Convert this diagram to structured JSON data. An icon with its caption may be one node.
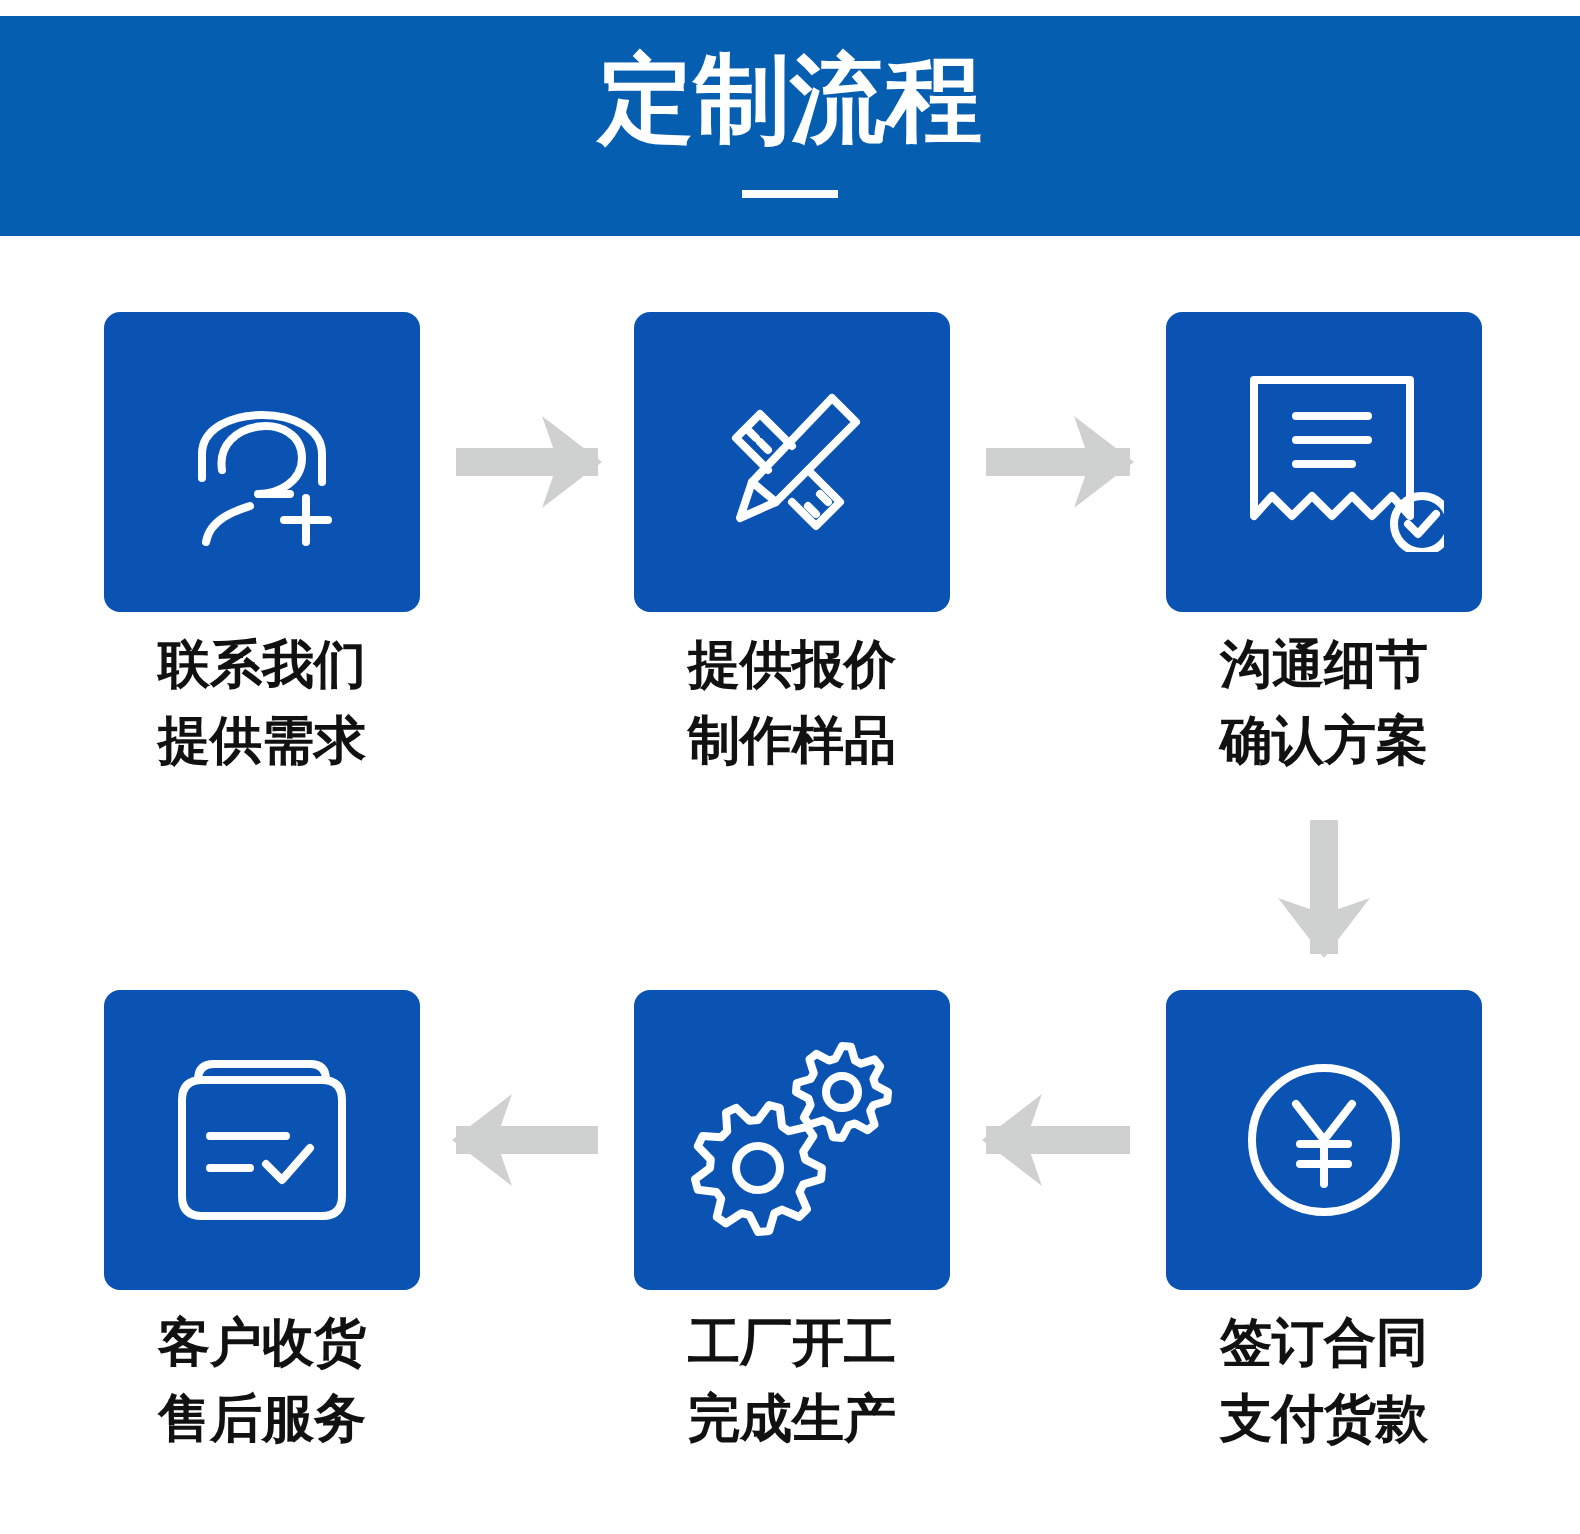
{
  "diagram": {
    "title": "定制流程",
    "nodes": [
      {
        "text": [
          "联系我们提供需求"
        ]
      },
      {
        "text": [
          "提供报价制作样品"
        ]
      },
      {
        "text": [
          "沟通细节确认方案"
        ]
      },
      {
        "text": [
          "签订合同支付货款"
        ]
      },
      {
        "text": [
          "工厂开工完成生产"
        ]
      },
      {
        "text": [
          "客户收货售后服务"
        ]
      }
    ],
    "edges": [
      {
        "from": 0,
        "to": 1,
        "arrow": "to"
      },
      {
        "from": 1,
        "to": 2,
        "arrow": "to"
      },
      {
        "from": 2,
        "to": 3,
        "arrow": "to"
      },
      {
        "from": 3,
        "to": 4,
        "arrow": "to"
      },
      {
        "from": 4,
        "to": 5,
        "arrow": "to"
      }
    ]
  }
}
